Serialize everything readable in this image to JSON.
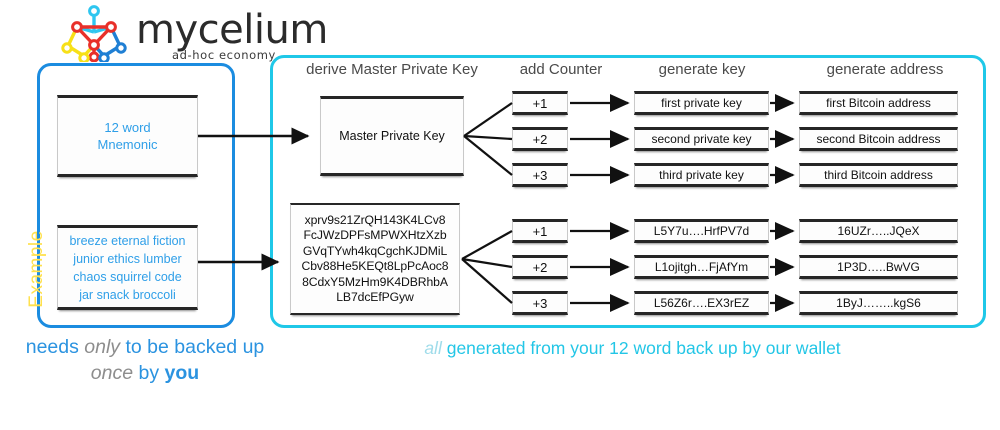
{
  "brand": {
    "wordmark": "mycelium",
    "tagline": "ad-hoc economy",
    "logo_icon": "molecule-node-icon",
    "logo_colors": {
      "cyan": "#2ec6f0",
      "red": "#e8302a",
      "yellow": "#f7e018",
      "blue": "#1f7fd4"
    }
  },
  "panels": {
    "left": {
      "border_color": "#1b8ce0",
      "side_label": "Example",
      "side_label_color": "#ffe14d"
    },
    "right": {
      "border_color": "#1fc8e8"
    }
  },
  "left_column": {
    "mnemonic_box": {
      "line1": "12 word",
      "line2": "Mnemonic",
      "text_color": "#2f9fe8"
    },
    "words_box": {
      "lines": [
        "breeze eternal fiction",
        "junior ethics lumber",
        "chaos squirrel code",
        "jar snack broccoli"
      ],
      "text_color": "#2f9fe8"
    }
  },
  "headers": {
    "derive": "derive Master Private Key",
    "counter": "add Counter",
    "generate_key": "generate key",
    "generate_address": "generate address",
    "text_color": "#4a4a4a"
  },
  "schematic_row": {
    "master": "Master Private Key",
    "counters": [
      "+1",
      "+2",
      "+3"
    ],
    "keys": [
      "first private key",
      "second private key",
      "third private key"
    ],
    "addresses": [
      "first Bitcoin address",
      "second Bitcoin address",
      "third Bitcoin address"
    ]
  },
  "example_row": {
    "xprv_lines": [
      "xprv9s21ZrQH143K4LCv8",
      "FcJWzDPFsMPWXHtzXzb",
      "GVqTYwh4kqCgchKJDMiL",
      "Cbv88He5KEQt8LpPcAoc8",
      "8CdxY5MzHm9K4DBRhbA",
      "LB7dcEfPGyw"
    ],
    "counters": [
      "+1",
      "+2",
      "+3"
    ],
    "keys": [
      "L5Y7u….HrfPV7d",
      "L1ojitgh…FjAfYm",
      "L56Z6r….EX3rEZ"
    ],
    "addresses": [
      "16UZr…..JQeX",
      "1P3D…..BwVG",
      "1ByJ……..kgS6"
    ]
  },
  "captions": {
    "left": {
      "t1": "needs ",
      "i1": "only",
      "t2": " to be backed up",
      "i2": "once",
      "t3": " by ",
      "b1": "you",
      "color": "#2b93e0"
    },
    "right": {
      "i1": "all",
      "t1": " generated from your 12 word back up by our wallet",
      "color": "#23c6e6"
    }
  }
}
